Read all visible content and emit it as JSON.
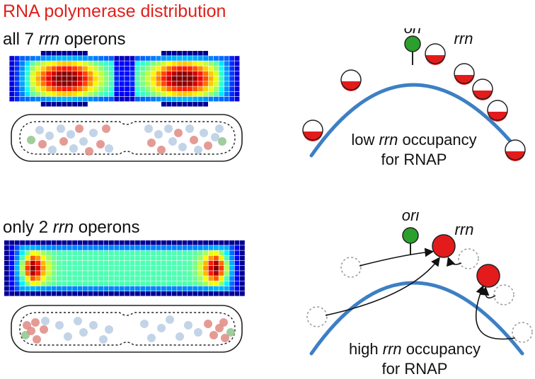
{
  "figure": {
    "title": "RNA polymerase distribution",
    "panel_top": {
      "label_pre": "all 7 ",
      "label_em": "rrn",
      "label_post": " operons",
      "ori_label": "ori",
      "rrn_label": "rrn",
      "caption_l1_pre": "low ",
      "caption_l1_em": "rrn",
      "caption_l1_post": " occupancy",
      "caption_l2": "for RNAP",
      "operon_count": 7
    },
    "panel_bottom": {
      "label_pre": "only 2 ",
      "label_em": "rrn",
      "label_post": " operons",
      "ori_label": "ori",
      "rrn_label": "rrn",
      "caption_l1_pre": "high ",
      "caption_l1_em": "rrn",
      "caption_l1_post": " occupancy",
      "caption_l2": "for RNAP",
      "operon_count": 2
    },
    "colors": {
      "title": "#e0201b",
      "chromosome": "#3d7fc4",
      "ori": "#2ca02c",
      "rrn_fill": "#e31b1b",
      "dot_blue": "#b8cce4",
      "dot_red": "#e08a82",
      "dot_green": "#8fc48b"
    }
  }
}
